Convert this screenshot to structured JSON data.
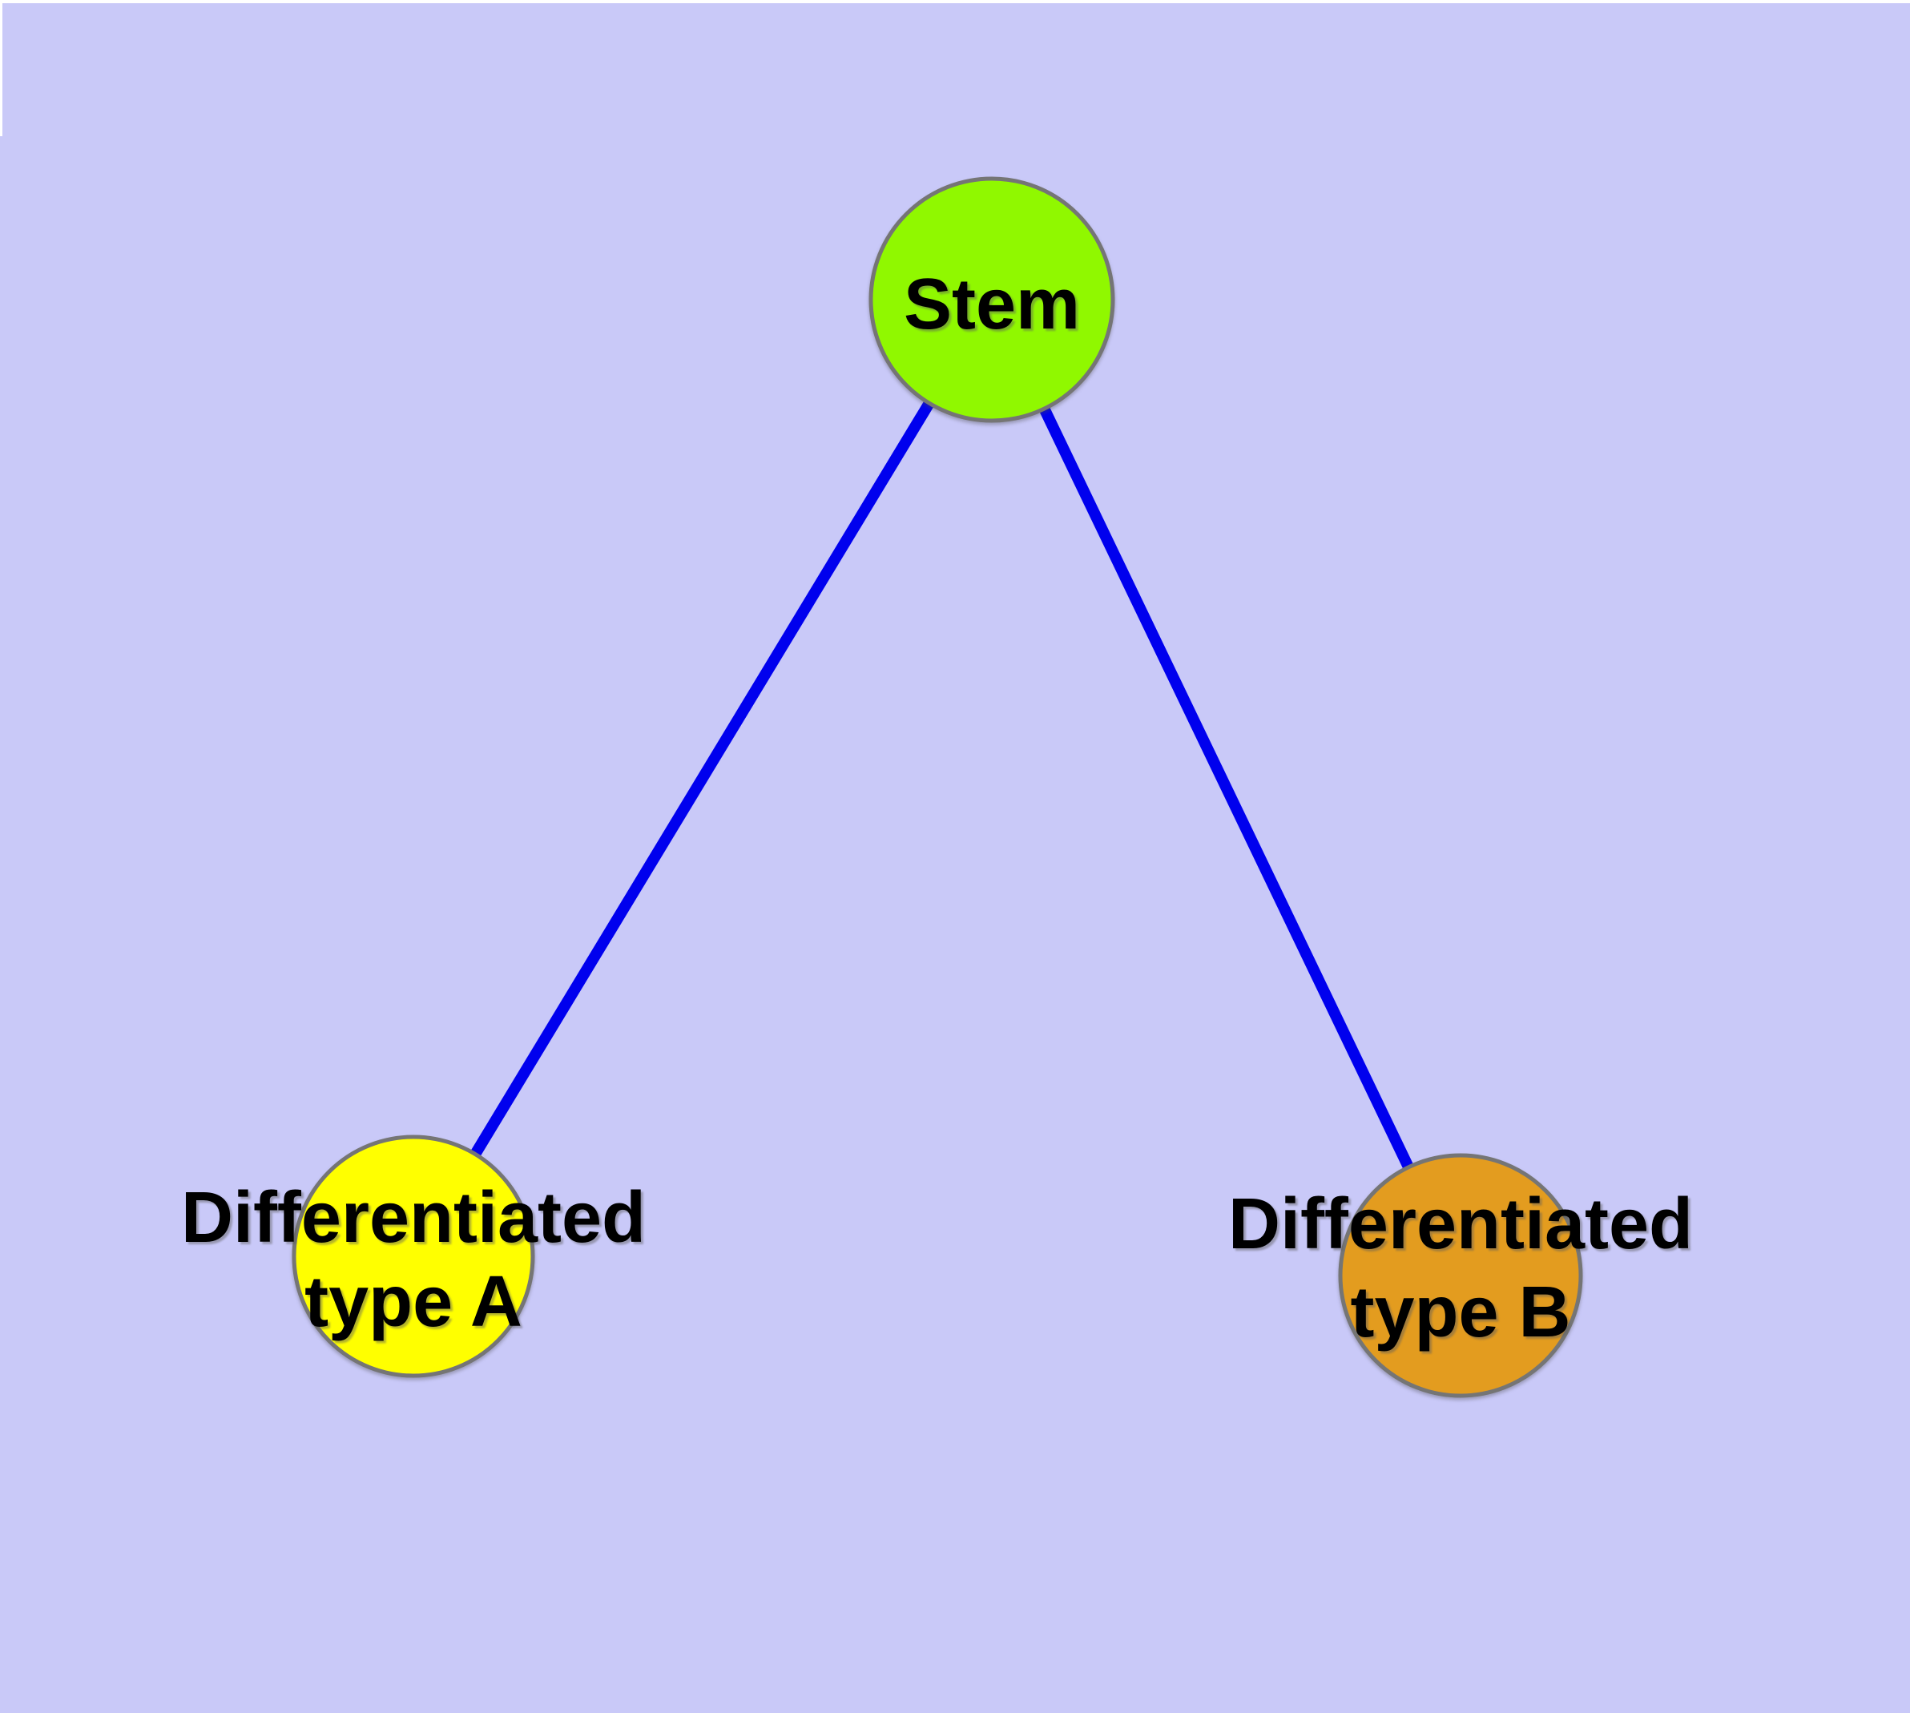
{
  "diagram": {
    "background_color": "#C9C9F8",
    "edge_color": "#0000EE",
    "node_border_color": "#757575",
    "label_color": "#000000",
    "nodes": {
      "stem": {
        "label": "Stem",
        "color": "#90F800"
      },
      "type_a": {
        "label_line1": "Differentiated",
        "label_line2": "type A",
        "color": "#FFFF00"
      },
      "type_b": {
        "label_line1": "Differentiated",
        "label_line2": "type B",
        "color": "#E39C1F"
      }
    },
    "edges": [
      {
        "source": "stem",
        "target": "type_a"
      },
      {
        "source": "stem",
        "target": "type_b"
      }
    ]
  }
}
